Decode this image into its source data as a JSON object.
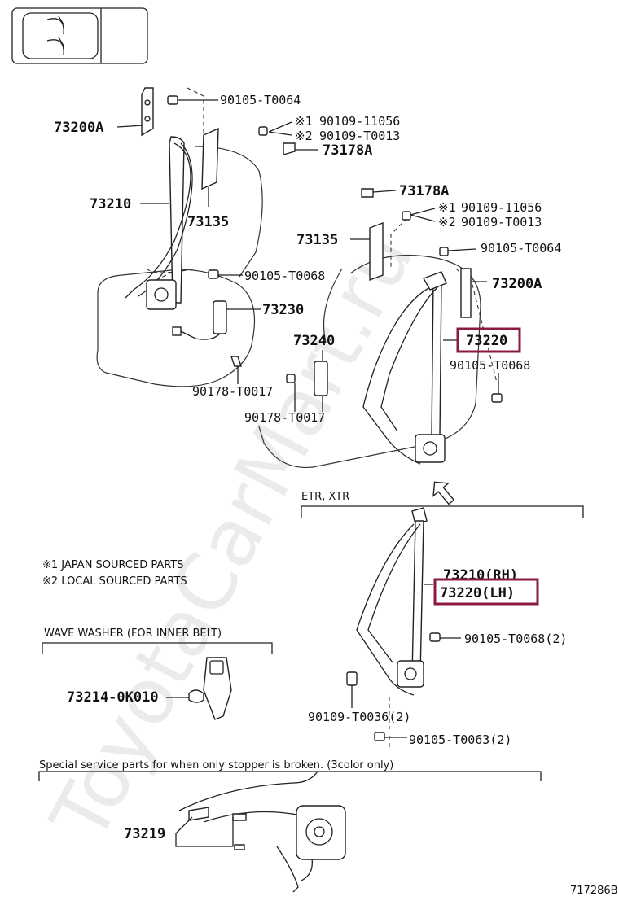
{
  "labels": {
    "p1": "90105-T0064",
    "p2": "73200A",
    "p3_mark": "※1",
    "p3": "90109-11056",
    "p4_mark": "※2",
    "p4": "90109-T0013",
    "p5": "73178A",
    "p6": "73210",
    "p7": "73135",
    "p8": "90105-T0068",
    "p9": "73230",
    "p10": "90178-T0017",
    "p11": "73178A",
    "p12_mark": "※1",
    "p12": "90109-11056",
    "p13_mark": "※2",
    "p13": "90109-T0013",
    "p14": "73135",
    "p15": "90105-T0064",
    "p16": "73200A",
    "p17": "73240",
    "p18": "73220",
    "p19": "90105-T0068",
    "p20": "90178-T0017",
    "p21": "73210(RH)",
    "p22": "73220(LH)",
    "p23": "90105-T0068(2)",
    "p24": "90109-T0036(2)",
    "p25": "90105-T0063(2)",
    "p26": "73214-0K010",
    "p27": "73219"
  },
  "notes": {
    "etr": "ETR, XTR",
    "japan": "※1  JAPAN SOURCED PARTS",
    "local": "※2  LOCAL SOURCED PARTS",
    "wave": "WAVE WASHER (FOR INNER BELT)",
    "special": "Special service parts for when only stopper is broken. (3color only)",
    "code": "717286B"
  },
  "watermark": "ToyotaCarMart.ru",
  "colors": {
    "highlight": "#8b1a3e",
    "line": "#222222",
    "watermark": "#dcdcdc"
  },
  "icons": {
    "corner": "seat-belt-icon"
  }
}
